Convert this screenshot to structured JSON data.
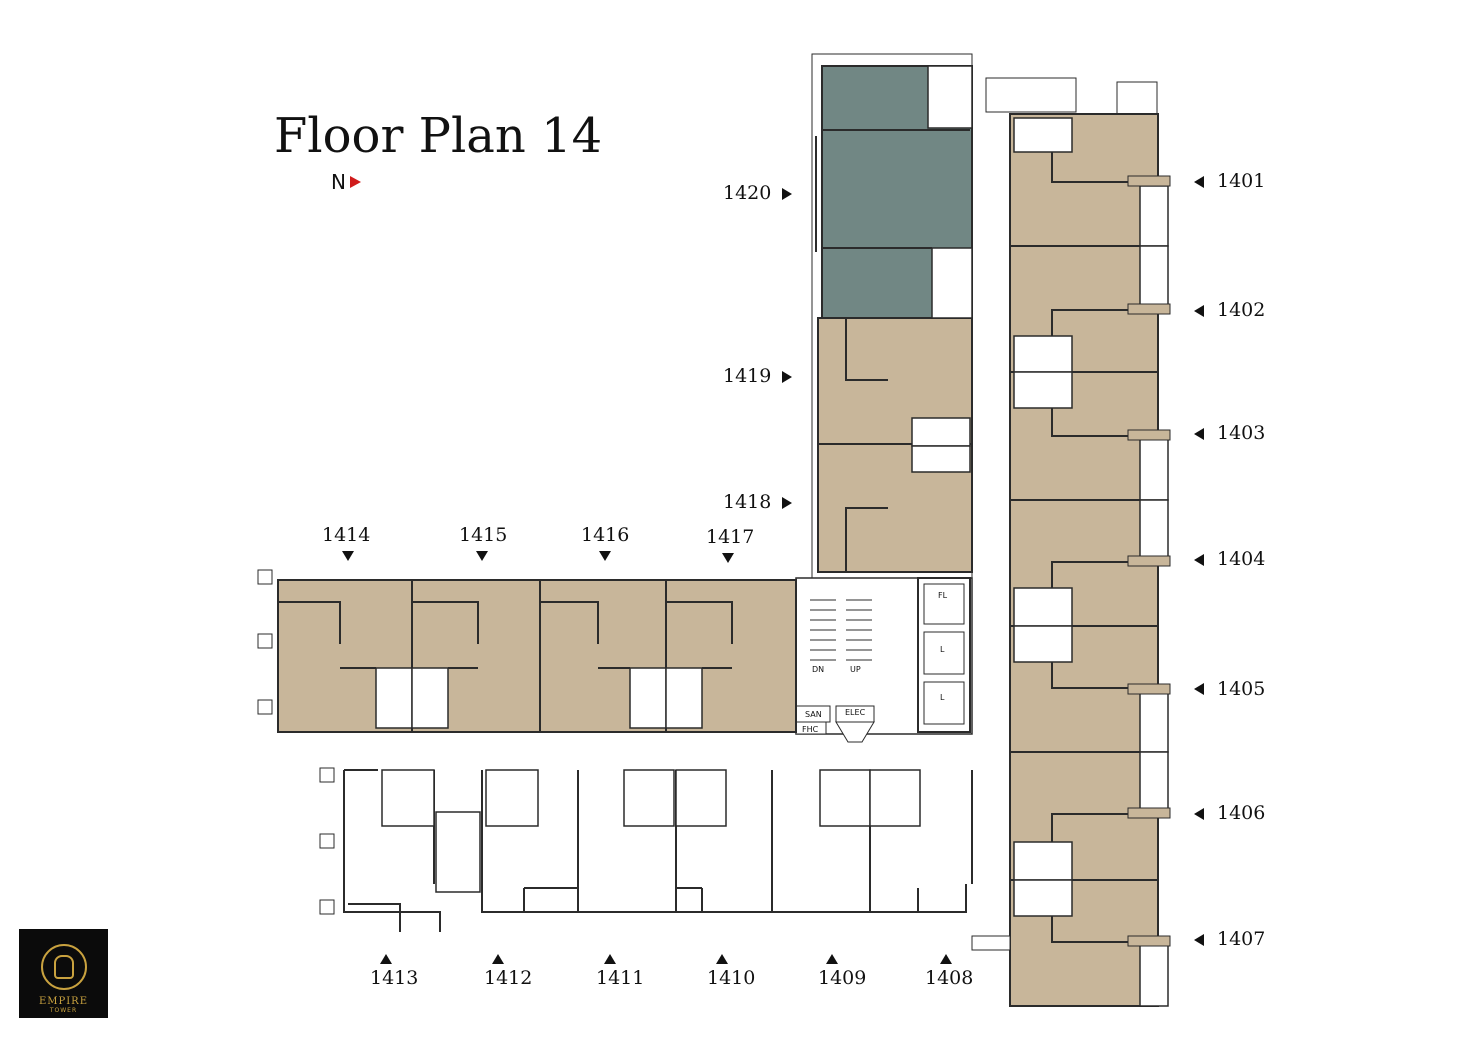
{
  "title": "Floor Plan 14",
  "north_label": "N",
  "colors": {
    "unit_fill": "#c8b69a",
    "highlight_fill": "#718784",
    "wall": "#2b2b2b",
    "north_arrow": "#d01c1c",
    "logo_gold": "#c9a23f"
  },
  "units_east": [
    "1401",
    "1402",
    "1403",
    "1404",
    "1405",
    "1406",
    "1407"
  ],
  "units_core": [
    "1420",
    "1419",
    "1418"
  ],
  "units_north_wing": [
    "1414",
    "1415",
    "1416",
    "1417"
  ],
  "units_south_wing": [
    "1413",
    "1412",
    "1411",
    "1410",
    "1409",
    "1408"
  ],
  "highlighted_unit": "1420",
  "core_labels": {
    "fl": "FL",
    "lift1": "L",
    "lift2": "L",
    "san": "SAN",
    "elec": "ELEC",
    "fhc": "FHC",
    "dn": "DN",
    "up": "UP"
  },
  "logo": {
    "brand": "EMPIRE",
    "sub": "TOWER"
  }
}
